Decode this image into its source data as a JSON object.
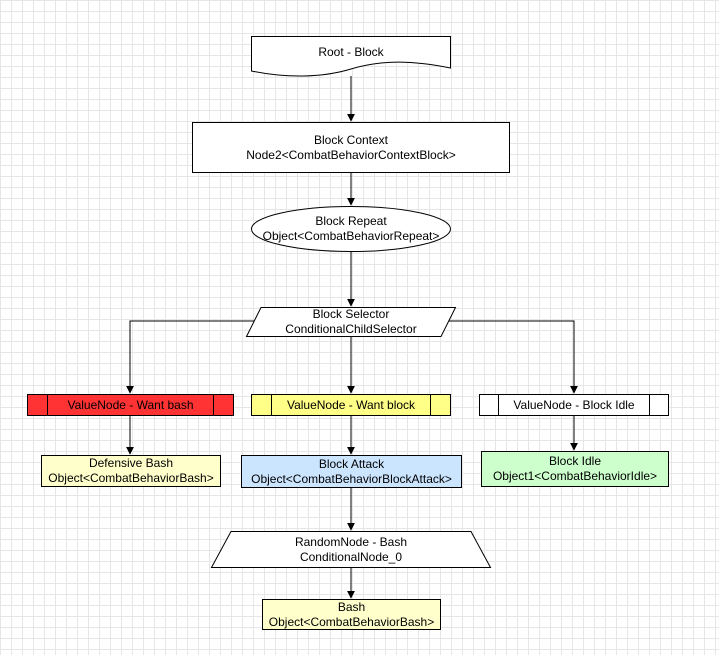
{
  "nodes": {
    "root": {
      "label": "Root - Block"
    },
    "context": {
      "line1": "Block Context",
      "line2": "Node2<CombatBehaviorContextBlock>"
    },
    "repeat": {
      "line1": "Block Repeat",
      "line2": "Object<CombatBehaviorRepeat>"
    },
    "selector": {
      "line1": "Block Selector",
      "line2": "ConditionalChildSelector"
    },
    "value_bash": {
      "label": "ValueNode - Want bash",
      "fill": "#ff3333"
    },
    "value_block": {
      "label": "ValueNode - Want block",
      "fill": "#ffff88"
    },
    "value_idle": {
      "label": "ValueNode - Block Idle",
      "fill": "#ffffff"
    },
    "defensive_bash": {
      "line1": "Defensive Bash",
      "line2": "Object<CombatBehaviorBash>",
      "fill": "#ffffcc"
    },
    "block_attack": {
      "line1": "Block Attack",
      "line2": "Object<CombatBehaviorBlockAttack>",
      "fill": "#cce5ff"
    },
    "block_idle": {
      "line1": "Block Idle",
      "line2": "Object1<CombatBehaviorIdle>",
      "fill": "#ccffcc"
    },
    "random_node": {
      "line1": "RandomNode - Bash",
      "line2": "ConditionalNode_0"
    },
    "bash": {
      "line1": "Bash",
      "line2": "Object<CombatBehaviorBash>",
      "fill": "#ffffcc"
    }
  }
}
